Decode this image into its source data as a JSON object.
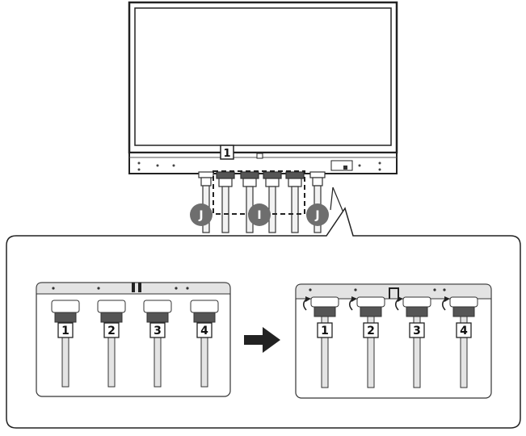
{
  "top_view": {
    "port_label": "1",
    "callouts": [
      {
        "letter": "J"
      },
      {
        "letter": "I"
      },
      {
        "letter": "J"
      }
    ]
  },
  "detail_before": {
    "ports": [
      "1",
      "2",
      "3",
      "4"
    ]
  },
  "detail_after": {
    "ports": [
      "1",
      "2",
      "3",
      "4"
    ]
  },
  "arrow": "right-arrow"
}
